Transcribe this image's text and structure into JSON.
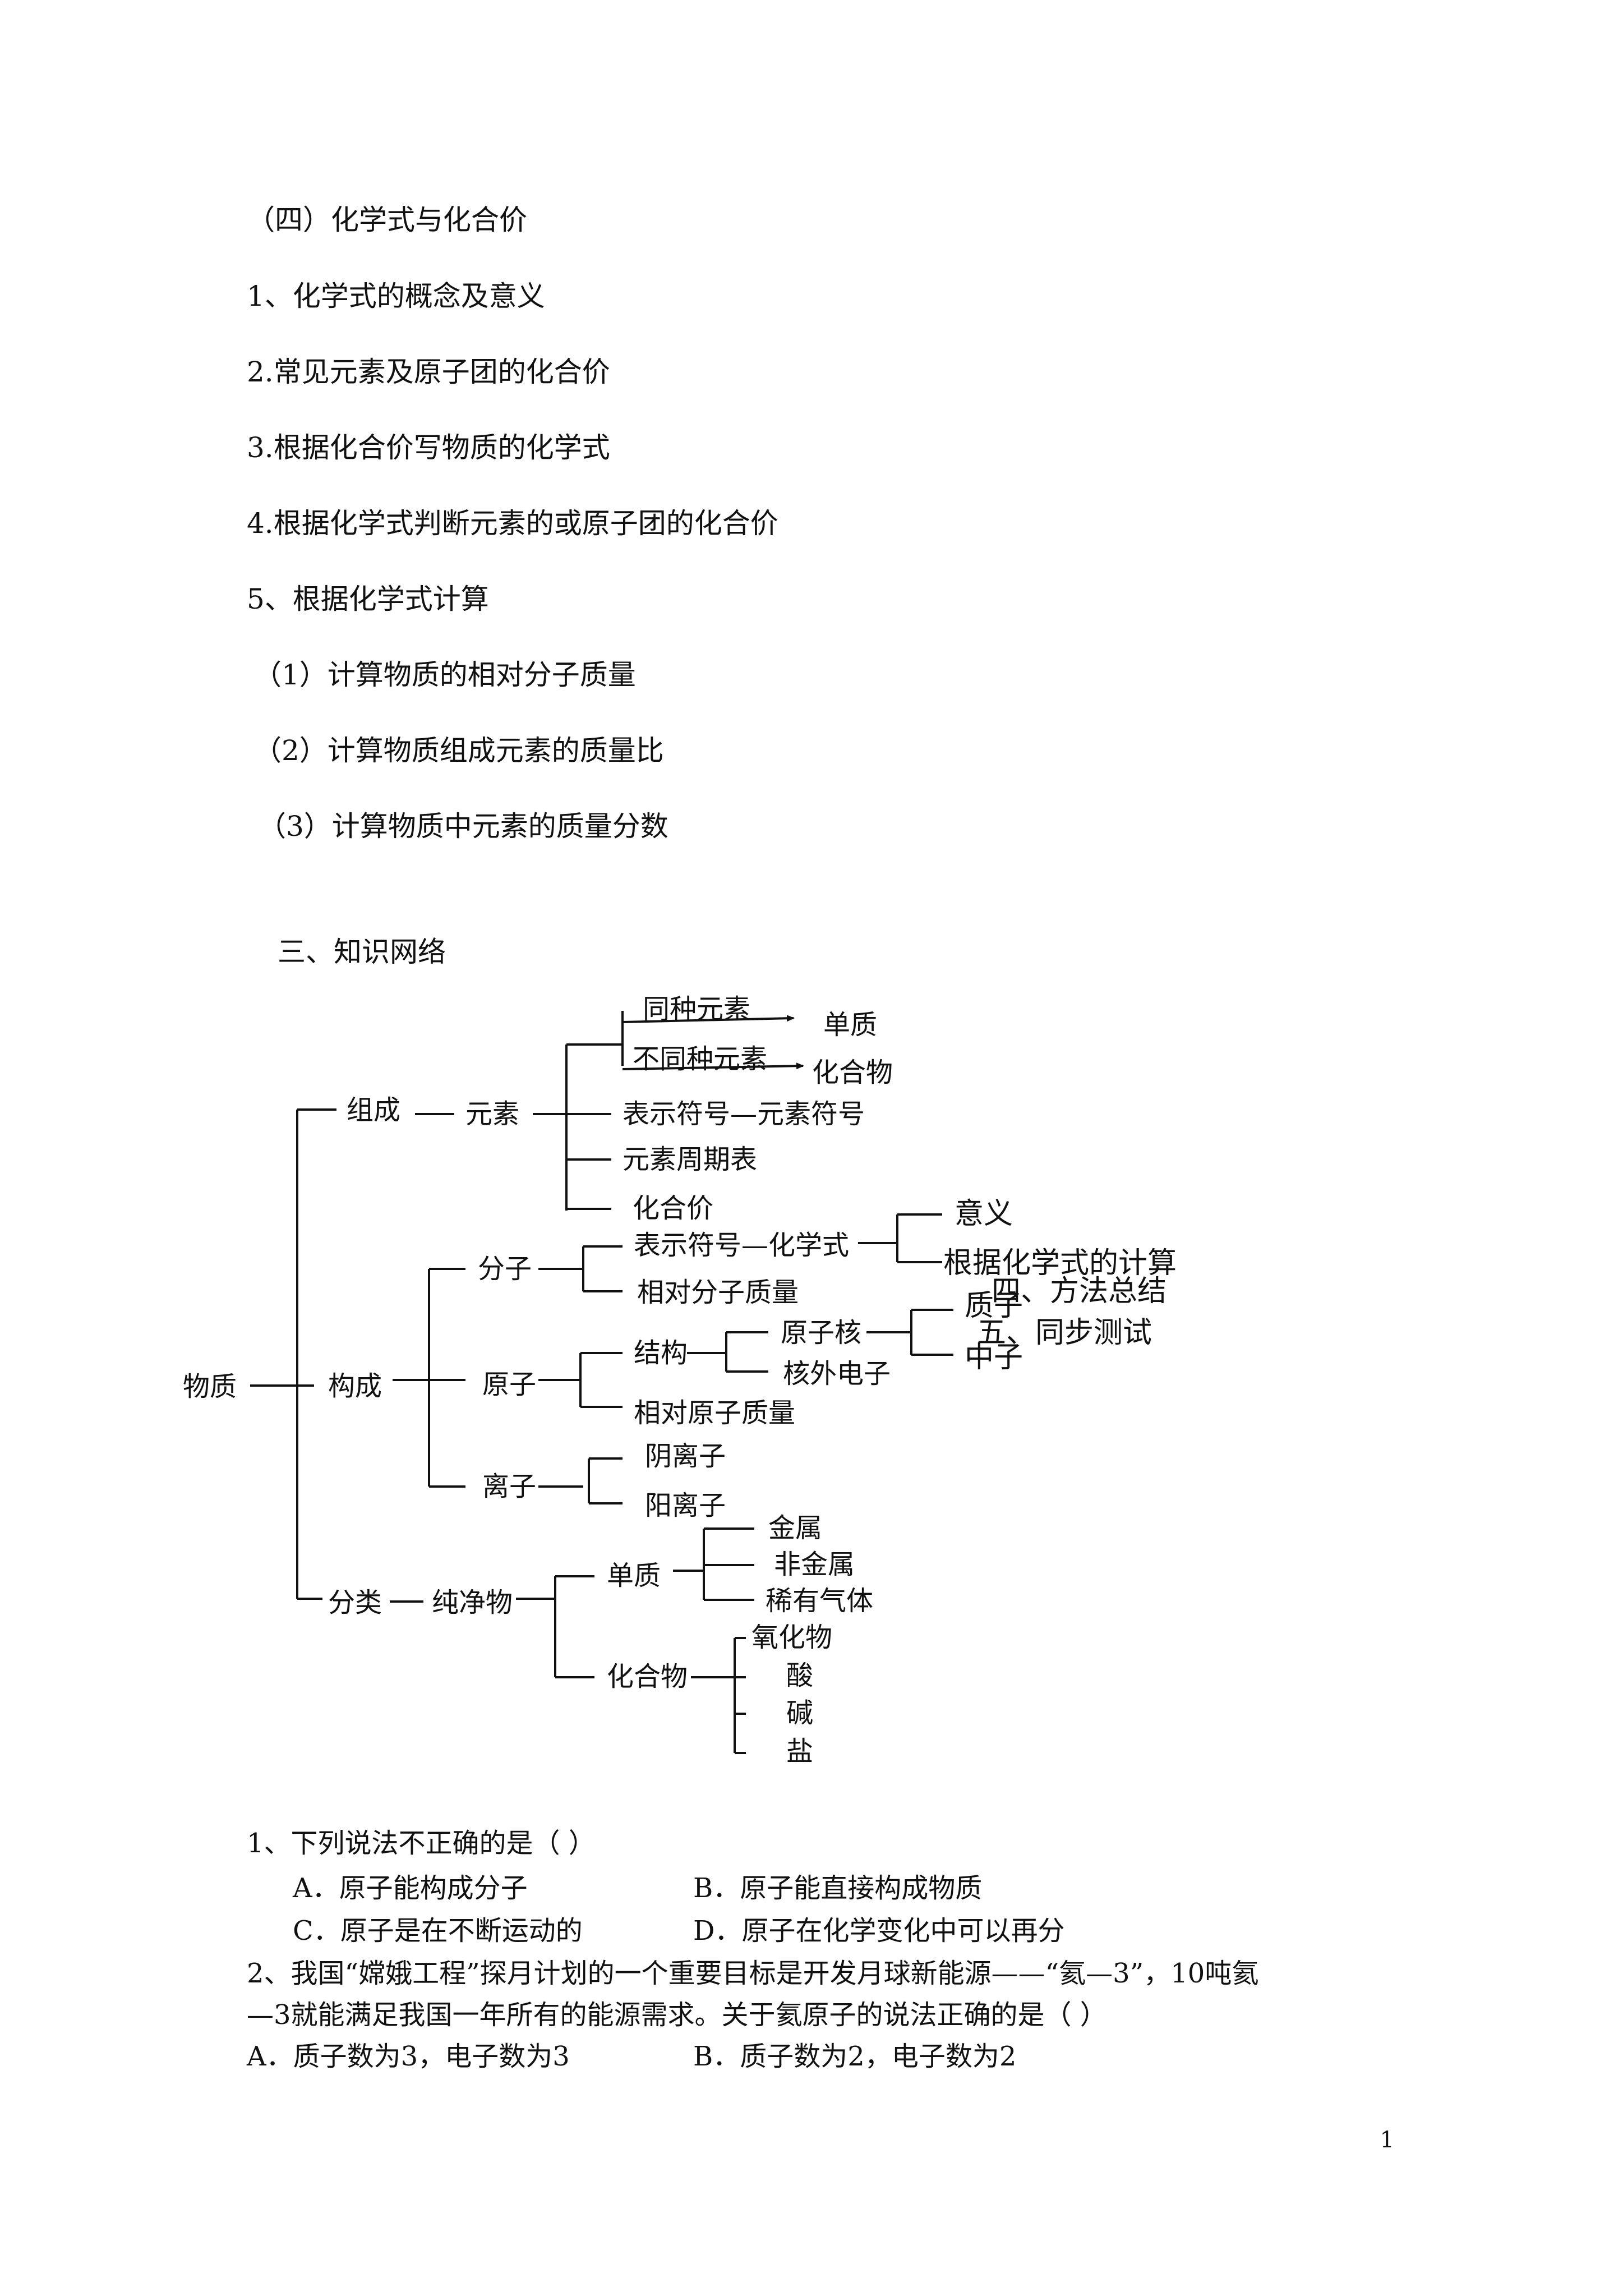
{
  "section4": {
    "heading": "（四）化学式与化合价",
    "items": [
      "1、化学式的概念及意义",
      "2.常见元素及原子团的化合价",
      "3.根据化合价写物质的化学式",
      "4.根据化学式判断元素的或原子团的化合价",
      "5、根据化学式计算",
      "（1）计算物质的相对分子质量",
      "（2）计算物质组成元素的质量比",
      "（3）计算物质中元素的质量分数"
    ]
  },
  "network": {
    "heading": "三、知识网络",
    "root": "物质",
    "zucheng": "组成",
    "yuansu": "元素",
    "tongzhong": "同种元素",
    "danzhi_top": "单质",
    "butongzhong": "不同种元素",
    "huahewu_top": "化合物",
    "biaoshi_yuansu": "表示符号—元素符号",
    "zhouqibiao": "元素周期表",
    "huahejia": "化合价",
    "goucheng": "构成",
    "fenzi": "分子",
    "biaoshi_huaxue": "表示符号—化学式",
    "yiyi": "意义",
    "genju_jisuan": "根据化学式的计算",
    "xiangdui_fenzi": "相对分子质量",
    "yuanzi": "原子",
    "jiegou": "结构",
    "yuanzihe": "原子核",
    "zhizi": "质子",
    "zhongzi": "中子",
    "hewai": "核外电子",
    "xiangdui_yuanzi": "相对原子质量",
    "lizi": "离子",
    "yinlizi": "阴离子",
    "yanglizi": "阳离子",
    "fenlei": "分类",
    "chunjingwu": "纯净物",
    "danzhi": "单质",
    "jinshu": "金属",
    "feijinshu": "非金属",
    "xiyou": "稀有气体",
    "huahewu": "化合物",
    "yanghuawu": "氧化物",
    "suan": "酸",
    "jian": "碱",
    "yan": "盐",
    "overlap1": "四、方法总结",
    "overlap2": "五、同步测试"
  },
  "questions": {
    "q1": {
      "stem": "1、下列说法不正确的是（     ）",
      "A": "A．原子能构成分子",
      "B": "B．原子能直接构成物质",
      "C": "C．原子是在不断运动的",
      "D": "D．原子在化学变化中可以再分"
    },
    "q2": {
      "stem_line1": "2、我国“嫦娥工程”探月计划的一个重要目标是开发月球新能源——“氦—3”，10吨氦",
      "stem_line2": "—3就能满足我国一年所有的能源需求。关于氦原子的说法正确的是（     ）",
      "A": "A．质子数为3，电子数为3",
      "B": "B．质子数为2，电子数为2"
    }
  },
  "page_number": "1"
}
